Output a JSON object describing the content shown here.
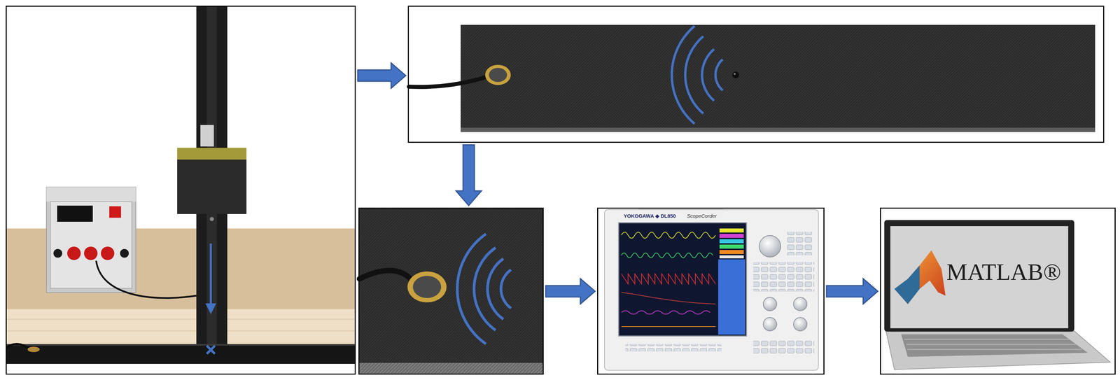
{
  "diagram": {
    "nodes": [
      {
        "text": []
      },
      {
        "text": []
      },
      {
        "text": []
      },
      {
        "text": [
          "YOKOGAWA ◆ DL850",
          "ScopeCorder"
        ]
      },
      {
        "text": [
          "MATLAB®"
        ]
      }
    ],
    "edges": [
      {
        "from": 0,
        "to": 1,
        "arrow": "to"
      },
      {
        "from": 1,
        "to": 2,
        "arrow": "to"
      },
      {
        "from": 2,
        "to": 3,
        "arrow": "to"
      },
      {
        "from": 3,
        "to": 4,
        "arrow": "to"
      }
    ]
  }
}
